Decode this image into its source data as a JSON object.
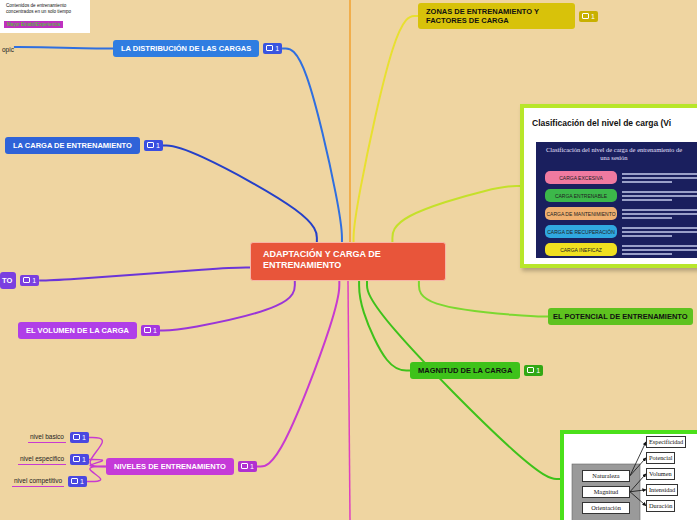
{
  "diagram": {
    "nodes": [
      {
        "text": [
          "Mayor Estabil/Experiencia"
        ]
      },
      {
        "text": [
          "ZONAS DE ENTRENAMIENTO Y FACTORES DE CARGA",
          "1"
        ]
      },
      {
        "text": [
          "opic"
        ]
      },
      {
        "text": [
          "LA DISTRIBUCIÓN DE LAS CARGAS",
          "1"
        ]
      },
      {
        "text": [
          "Clasificación del nivel de carga (Vi"
        ]
      },
      {
        "text": [
          "Clasificación del nivel de carga de entrenamiento de una sesión"
        ],
        "in": 4
      },
      {
        "text": [
          "CARGA EXCESIVA"
        ],
        "in": 5
      },
      {
        "text": [
          "CARGA ENTRENABLE"
        ],
        "in": 5
      },
      {
        "text": [
          "CARGA DE MANTENIMIENTO"
        ],
        "in": 5
      },
      {
        "text": [
          "CARGA DE RECUPERACIÓN"
        ],
        "in": 5
      },
      {
        "text": [
          "CARGA INEFICAZ"
        ],
        "in": 5
      },
      {
        "text": [
          "LA CARGA DE ENTRENAMIENTO",
          "1"
        ]
      },
      {
        "text": [
          "ADAPTACIÓN Y CARGA DE ENTRENAMIENTO"
        ]
      },
      {
        "text": [
          "TO",
          "1"
        ]
      },
      {
        "text": [
          "EL POTENCIAL DE ENTRENAMIENTO"
        ]
      },
      {
        "text": [
          "EL VOLUMEN DE LA CARGA",
          "1"
        ]
      },
      {
        "text": [
          "MAGNITUD DE LA CARGA",
          "1"
        ]
      },
      {
        "text": []
      },
      {
        "text": [
          "Especificidad"
        ],
        "in": 17
      },
      {
        "text": [
          "Potencial"
        ],
        "in": 17
      },
      {
        "text": [
          "Volumen"
        ],
        "in": 17
      },
      {
        "text": [
          "Intensidad"
        ],
        "in": 17
      },
      {
        "text": [
          "Duración"
        ],
        "in": 17
      },
      {
        "text": [
          "Naturaleza"
        ],
        "in": 17
      },
      {
        "text": [
          "Magnitud"
        ],
        "in": 17
      },
      {
        "text": [
          "Orientación"
        ],
        "in": 17
      },
      {
        "text": [
          "nivel basico",
          "1"
        ]
      },
      {
        "text": [
          "NIVELES DE ENTRENAMIENTO",
          "1"
        ]
      },
      {
        "text": [
          "nivel especifico",
          "1"
        ]
      },
      {
        "text": [
          "nivel competitivo",
          "1"
        ]
      }
    ],
    "edges": [
      {
        "from": 12,
        "to": 1,
        "arrow": "none"
      },
      {
        "from": 12,
        "to": 3,
        "arrow": "none"
      },
      {
        "from": 3,
        "to": 2,
        "arrow": "none"
      },
      {
        "from": 12,
        "to": 4,
        "arrow": "none"
      },
      {
        "from": 12,
        "to": 11,
        "arrow": "none"
      },
      {
        "from": 12,
        "to": 13,
        "arrow": "none"
      },
      {
        "from": 12,
        "to": 14,
        "arrow": "none"
      },
      {
        "from": 12,
        "to": 15,
        "arrow": "none"
      },
      {
        "from": 12,
        "to": 16,
        "arrow": "none"
      },
      {
        "from": 12,
        "to": 17,
        "arrow": "none"
      },
      {
        "from": 12,
        "to": 27,
        "arrow": "none"
      },
      {
        "from": 27,
        "to": 26,
        "arrow": "none"
      },
      {
        "from": 27,
        "to": 28,
        "arrow": "none"
      },
      {
        "from": 27,
        "to": 29,
        "arrow": "none"
      },
      {
        "from": 23,
        "to": 18,
        "arrow": "to"
      },
      {
        "from": 23,
        "to": 19,
        "arrow": "to"
      },
      {
        "from": 24,
        "to": 20,
        "arrow": "to"
      },
      {
        "from": 24,
        "to": 21,
        "arrow": "to"
      },
      {
        "from": 24,
        "to": 22,
        "arrow": "to"
      }
    ],
    "labels": [
      "Contenidos de entrenamiento concentrados en un solo tiempo"
    ]
  }
}
